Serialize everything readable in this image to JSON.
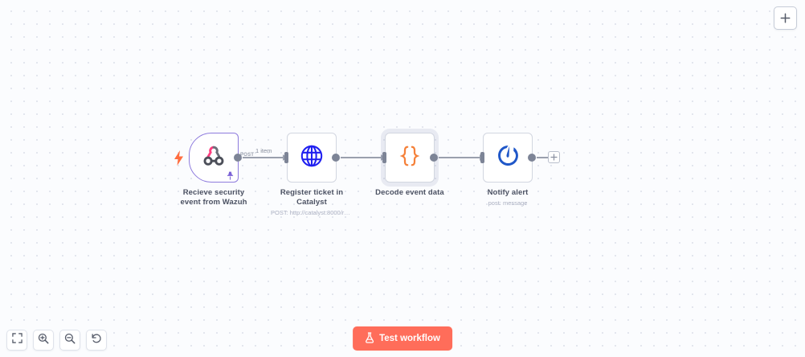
{
  "canvas": {
    "background_color": "#fbfcfe",
    "dot_color": "#e3e6ee"
  },
  "top_bar": {
    "add_button_label": "+",
    "add_button_icon": "plus-icon"
  },
  "workflow": {
    "nodes": [
      {
        "id": "webhook-trigger",
        "label": "Recieve security event from Wazuh",
        "subtitle": "",
        "icon": "webhook-icon",
        "icon_color": "#ff4f8b",
        "type": "trigger",
        "selected": false,
        "pinned": true,
        "trigger_icon": "lightning-bolt-icon",
        "pin_icon": "pin-icon",
        "method_tag": "POST"
      },
      {
        "id": "http-request",
        "label": "Register ticket in Catalyst",
        "subtitle": "POST: http://catalyst:8000/re…",
        "icon": "globe-icon",
        "icon_color": "#2020f0",
        "type": "action",
        "selected": false,
        "pinned": false
      },
      {
        "id": "code-node",
        "label": "Decode event data",
        "subtitle": "",
        "icon": "code-braces-icon",
        "icon_color": "#f5813a",
        "type": "action",
        "selected": true,
        "pinned": false
      },
      {
        "id": "mattermost-node",
        "label": "Notify alert",
        "subtitle": "post: message",
        "icon": "mattermost-icon",
        "icon_color": "#1f57c8",
        "type": "action",
        "selected": false,
        "pinned": false
      }
    ],
    "connections": [
      {
        "from": "webhook-trigger",
        "to": "http-request",
        "label": "1 item"
      },
      {
        "from": "http-request",
        "to": "code-node",
        "label": ""
      },
      {
        "from": "code-node",
        "to": "mattermost-node",
        "label": ""
      }
    ],
    "tail_add_button": {
      "icon": "plus-icon",
      "label": "+"
    }
  },
  "zoom_toolbar": {
    "buttons": [
      {
        "name": "fit-to-view",
        "icon": "fit-screen-icon",
        "title": "Zoom to fit"
      },
      {
        "name": "zoom-in",
        "icon": "zoom-in-icon",
        "title": "Zoom in"
      },
      {
        "name": "zoom-out",
        "icon": "zoom-out-icon",
        "title": "Zoom out"
      },
      {
        "name": "reset-zoom",
        "icon": "reset-arrow-icon",
        "title": "Reset zoom"
      }
    ]
  },
  "test_button": {
    "label": "Test workflow",
    "icon": "flask-icon",
    "color": "#ff6d5a"
  }
}
